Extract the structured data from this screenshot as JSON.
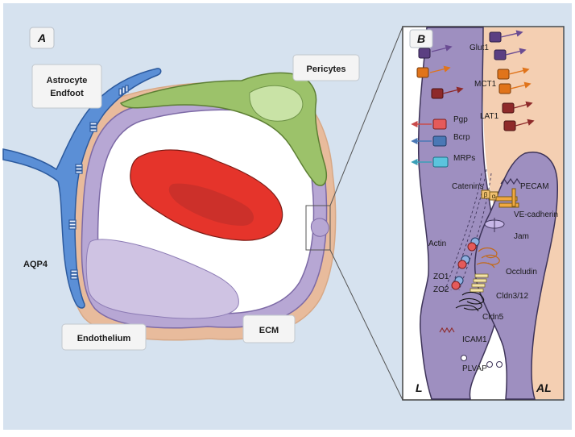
{
  "panel_a": {
    "letter": "A",
    "astrocyte_line1": "Astrocyte",
    "astrocyte_line2": "Endfoot",
    "pericytes": "Pericytes",
    "aqp4": "AQP4",
    "endothelium": "Endothelium",
    "ecm": "ECM"
  },
  "panel_b": {
    "letter": "B",
    "transporters": [
      "Glut1",
      "MCT1",
      "LAT1",
      "Pgp",
      "Bcrp",
      "MRPs"
    ],
    "junction_labels": [
      "Catenins",
      "PECAM",
      "VE-cadherin",
      "Jam",
      "Actin",
      "Occludin",
      "ZO1",
      "ZO2",
      "Cldn3/12",
      "Cldn5",
      "ICAM1",
      "PLVAP"
    ],
    "catenin_letters": [
      "β",
      "α"
    ],
    "lumen": "L",
    "abluminal": "AL"
  },
  "colors": {
    "background": "#d6e2ef",
    "astrocyte": "#5b8fd6",
    "pericyte": "#9cc26a",
    "endothelium": "#9e8fc0",
    "basement_membrane": "#e8bb9c",
    "red_cell": "#e5342b",
    "abluminal_zone": "#f4cfb2"
  }
}
